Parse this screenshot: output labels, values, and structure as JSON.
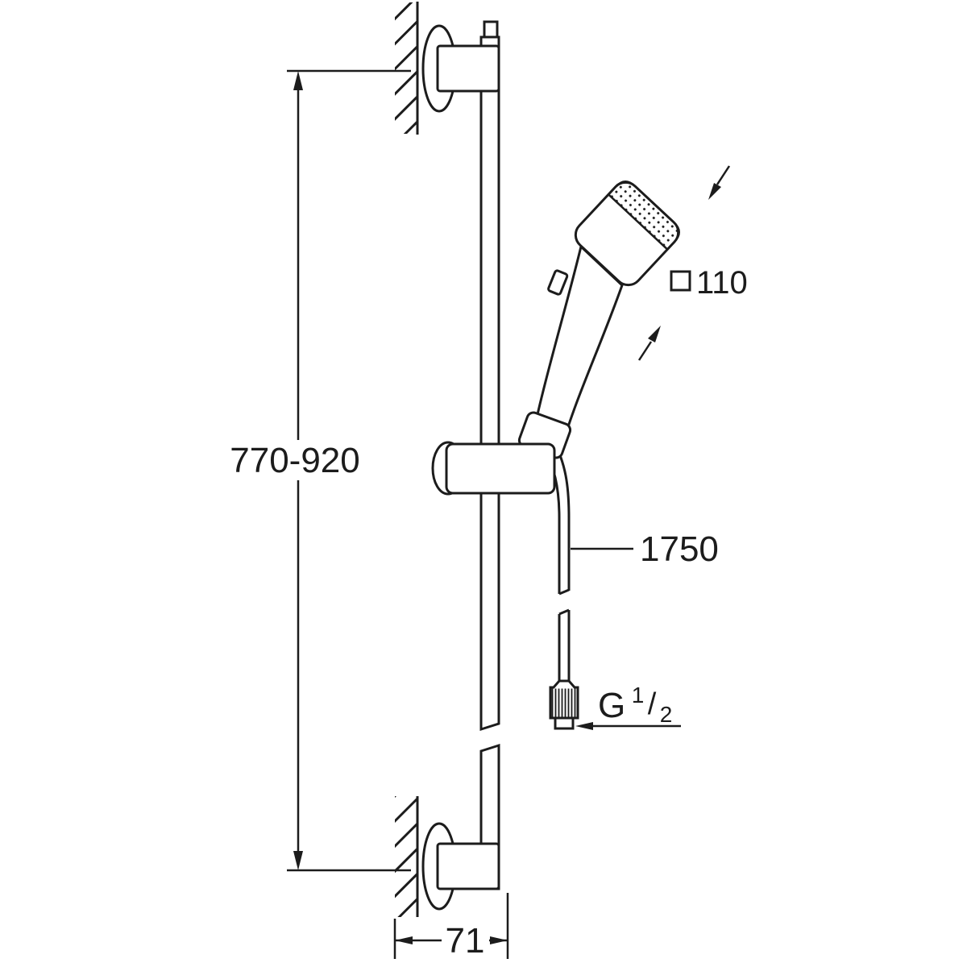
{
  "drawing": {
    "type": "technical-dimension-drawing",
    "subject": "shower rail set with hand shower, wall mounts and hose"
  },
  "colors": {
    "line": "#1c1c1c",
    "background": "#ffffff"
  },
  "dims": {
    "rail_height": "770-920",
    "head_size": "110",
    "hose_length": "1750",
    "thread_g": "G",
    "thread_num": "1",
    "thread_slash": "/",
    "thread_den": "2",
    "wall_offset": "71"
  }
}
